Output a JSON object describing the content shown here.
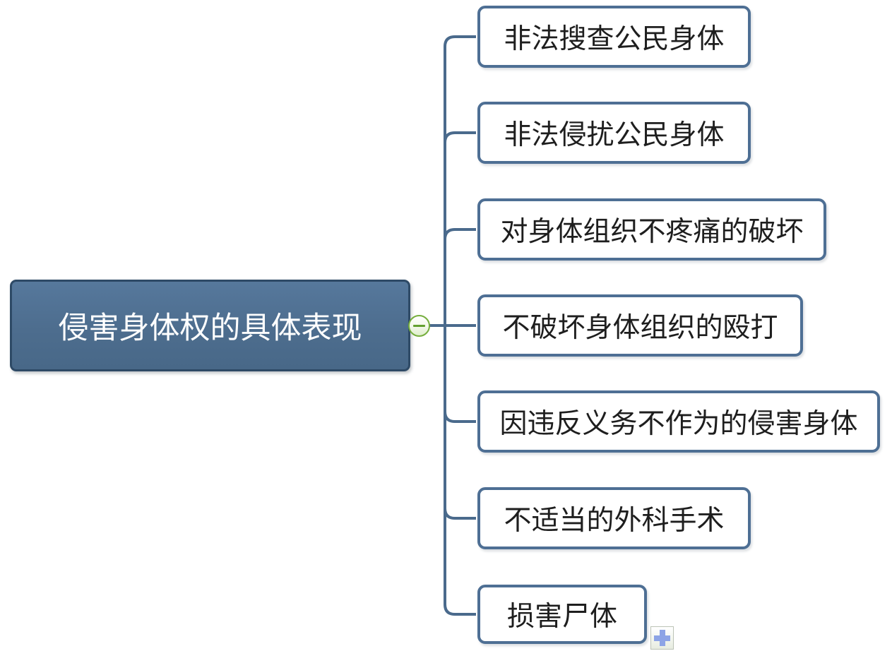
{
  "root_topic": {
    "label": "侵害身体权的具体表现"
  },
  "subtopics": [
    {
      "label": "非法搜查公民身体"
    },
    {
      "label": "非法侵扰公民身体"
    },
    {
      "label": "对身体组织不疼痛的破坏"
    },
    {
      "label": "不破坏身体组织的殴打"
    },
    {
      "label": "因违反义务不作为的侵害身体"
    },
    {
      "label": "不适当的外科手术"
    },
    {
      "label": "损害尸体"
    }
  ],
  "controls": {
    "collapse_icon": "minus-circle",
    "add_icon": "plus-square"
  },
  "colors": {
    "canvas_background": "#ffffff",
    "root_fill": "#4d6d8e",
    "root_border": "#2e4a66",
    "root_text": "#ffffff",
    "branch_fill": "#ffffff",
    "branch_border": "#4e6f94",
    "branch_text": "#1e1e1e",
    "connector_line": "#4a6a8c",
    "collapse_border": "#76ae3e",
    "collapse_glyph": "#63a02f",
    "add_glyph": "#8da4e6"
  }
}
